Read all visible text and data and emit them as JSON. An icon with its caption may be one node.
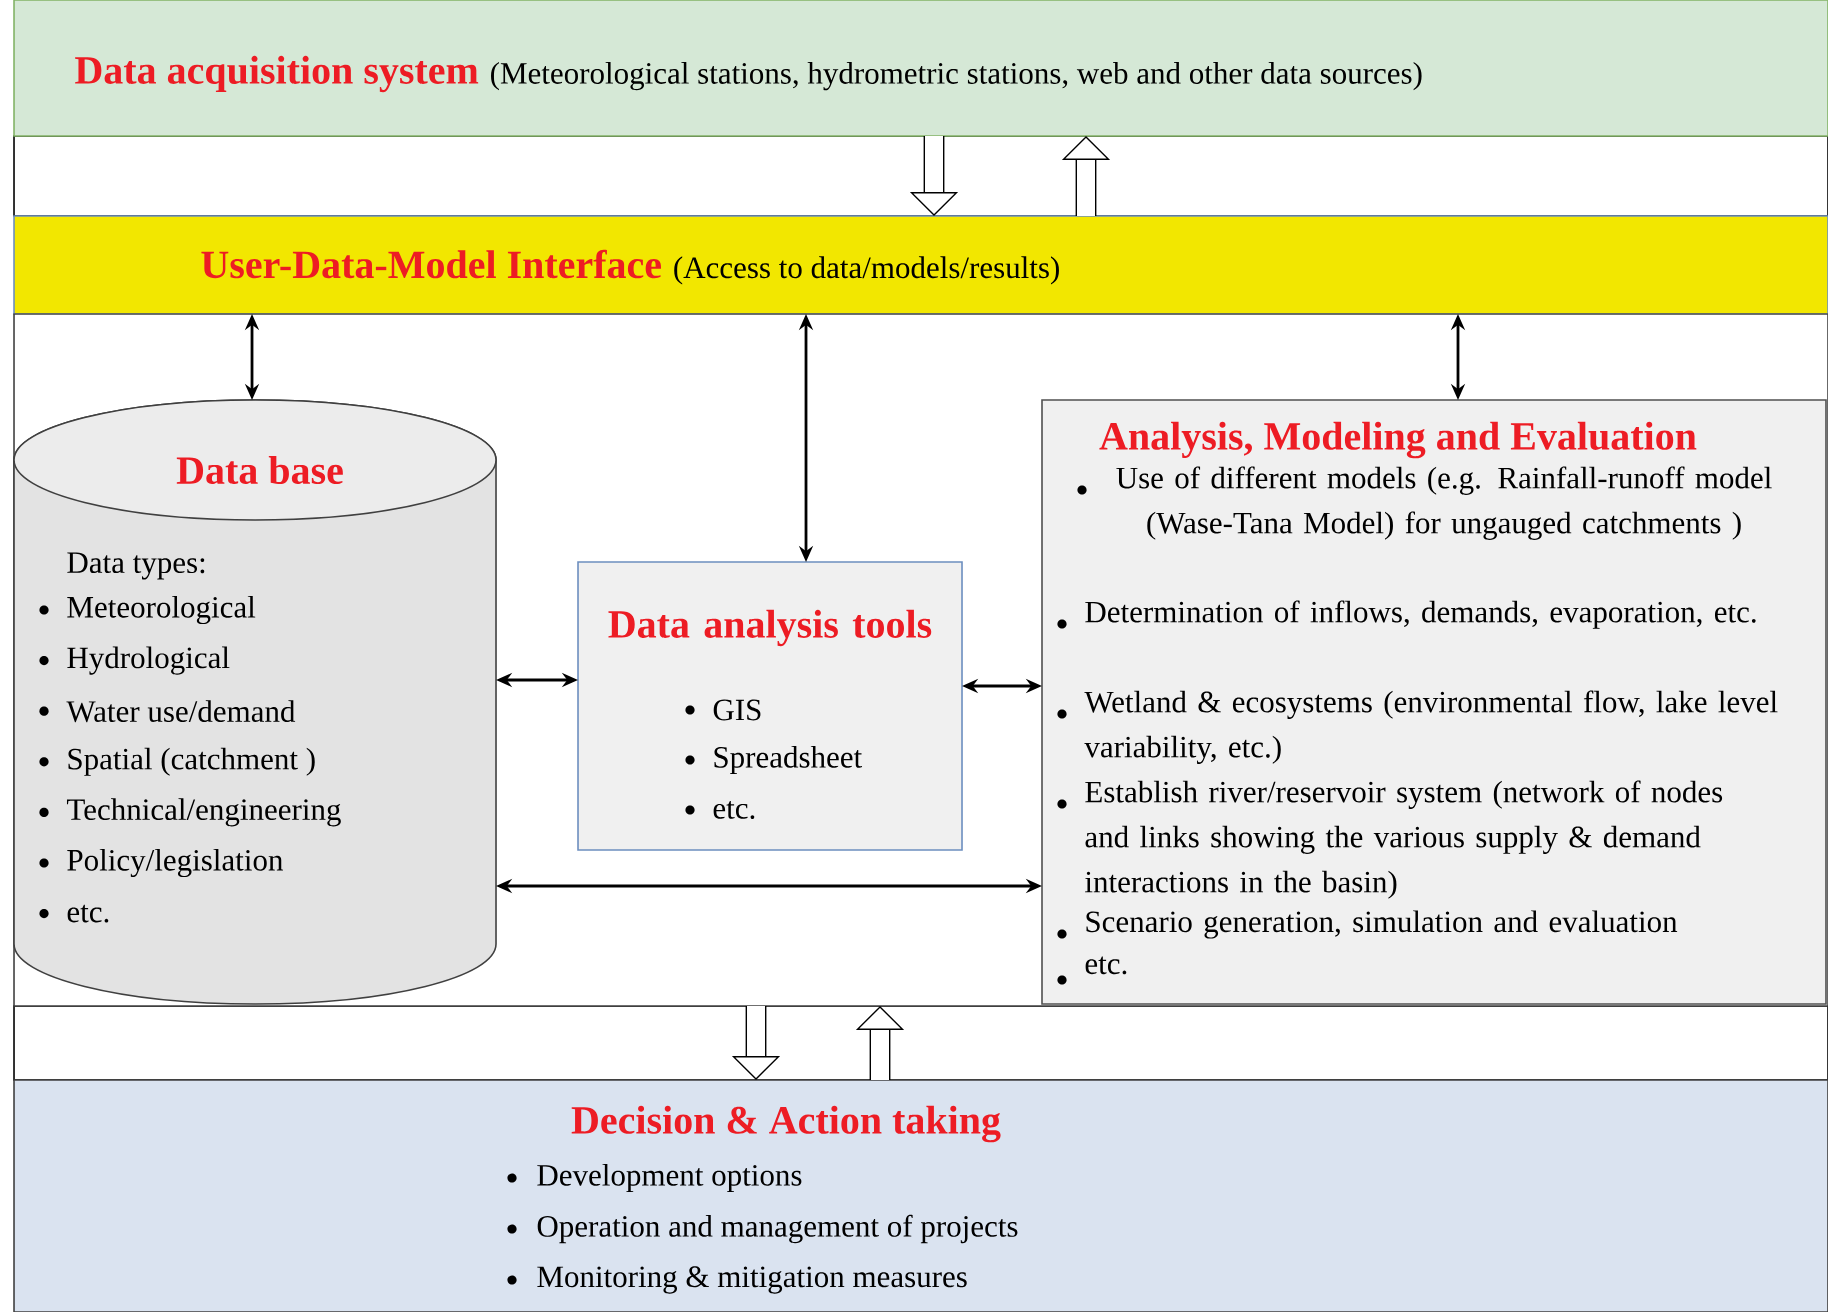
{
  "diagram": {
    "nodes": [
      {
        "text": [
          "Data acquisition system",
          "(Meteorological stations, hydrometric stations, web and other data sources)"
        ]
      },
      {
        "text": [
          "User-Data-Model Interface",
          "(Access to data/models/results)"
        ]
      },
      {
        "text": [],
        "shape": "box"
      },
      {
        "text": [
          "Data base",
          "Data types:",
          "Meteorological",
          "Hydrological",
          "Water use/demand",
          "Spatial (catchment )",
          "Technical/engineering",
          "Policy/legislation",
          "etc."
        ],
        "in": 2
      },
      {
        "text": [
          "Data analysis tools",
          "GIS",
          "Spreadsheet",
          "etc."
        ],
        "in": 2
      },
      {
        "text": [
          "Analysis, Modeling and Evaluation",
          "Use of different models (e.g. Rainfall-runoff model (Wase-Tana Model) for ungauged catchments )",
          "Determination of inflows, demands, evaporation, etc.",
          "Wetland & ecosystems (environmental flow, lake level variability, etc.)",
          "Establish river/reservoir system (network of nodes and links showing the various supply & demand interactions in the basin)",
          "Scenario generation, simulation and evaluation",
          "etc."
        ],
        "in": 2
      },
      {
        "text": [
          "Decision & Action taking",
          "Development options",
          "Operation and management of projects",
          "Monitoring & mitigation measures"
        ]
      }
    ],
    "edges": [
      {
        "from": 0,
        "to": 1,
        "arrow": "to",
        "style": "thick"
      },
      {
        "from": 1,
        "to": 0,
        "arrow": "to",
        "style": "thick"
      },
      {
        "from": 1,
        "to": 3,
        "arrow": "both"
      },
      {
        "from": 1,
        "to": 4,
        "arrow": "both"
      },
      {
        "from": 1,
        "to": 5,
        "arrow": "both"
      },
      {
        "from": 3,
        "to": 4,
        "arrow": "both"
      },
      {
        "from": 4,
        "to": 5,
        "arrow": "both"
      },
      {
        "from": 3,
        "to": 5,
        "arrow": "both"
      },
      {
        "from": 2,
        "to": 6,
        "arrow": "to",
        "style": "thick"
      },
      {
        "from": 6,
        "to": 2,
        "arrow": "to",
        "style": "thick"
      }
    ]
  }
}
